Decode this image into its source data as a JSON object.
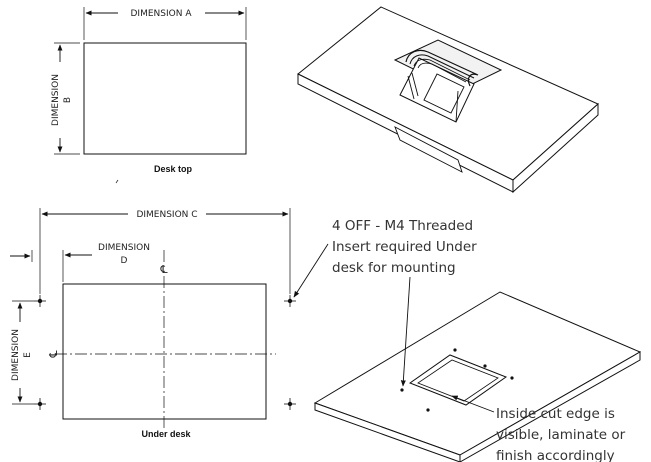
{
  "labels": {
    "dim_a": "DIMENSION A",
    "dim_b_1": "DIMENSION",
    "dim_b_2": "B",
    "desk_top": "Desk top",
    "dim_c": "DIMENSION C",
    "dim_d_1": "DIMENSION",
    "dim_d_2": "D",
    "dim_e_1": "DIMENSION",
    "dim_e_2": "E",
    "under_desk": "Under desk",
    "centerline_symbol": "℄"
  },
  "notes": {
    "insert_line1": "4 OFF - M4 Threaded",
    "insert_line2": "Insert required Under",
    "insert_line3": "desk for mounting",
    "edge_line1": "Inside cut edge is",
    "edge_line2": "visible, laminate or",
    "edge_line3": "finish accordingly"
  }
}
